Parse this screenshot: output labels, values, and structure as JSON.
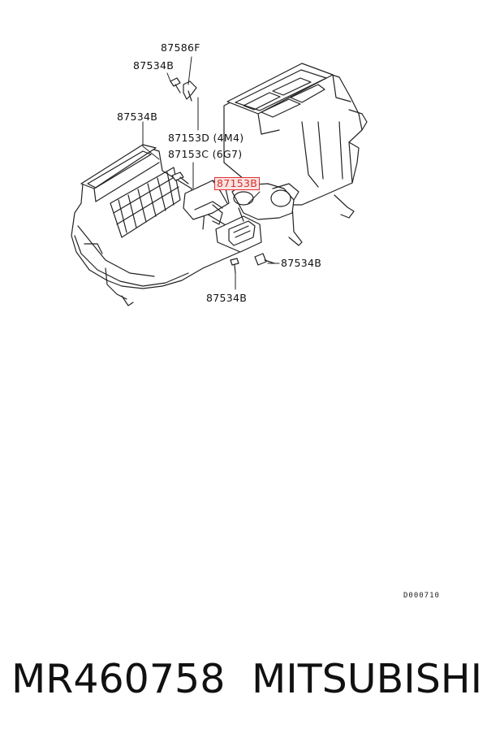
{
  "parts": {
    "p_87586f": "87586F",
    "p_87534b_top": "87534B",
    "p_87534b_left": "87534B",
    "p_87153d": "87153D (4M4)",
    "p_87153c": "87153C (6G7)",
    "p_87153b": "87153B",
    "p_87534b_right": "87534B",
    "p_87534b_bottom": "87534B"
  },
  "diagram_code": "D000710",
  "footer": {
    "part_number": "MR460758",
    "brand": "MITSUBISHI"
  },
  "colors": {
    "highlight_border": "#e4302f",
    "highlight_fill": "#fbe3e3"
  }
}
